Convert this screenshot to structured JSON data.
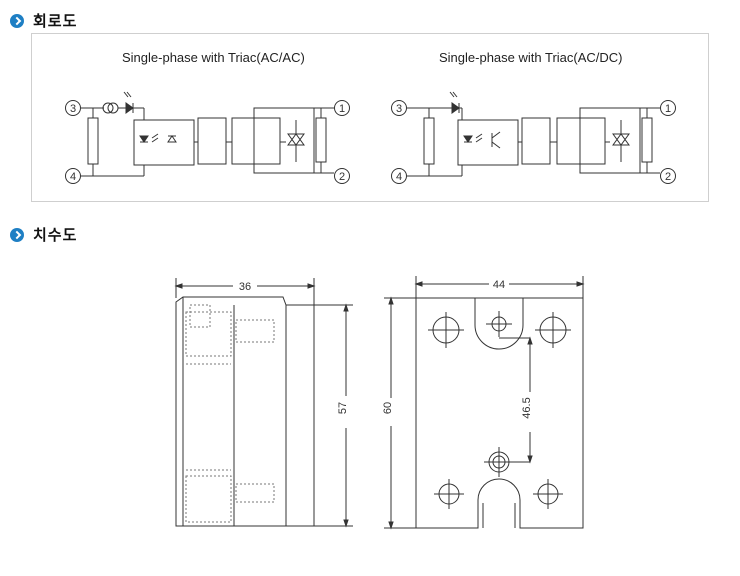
{
  "sections": {
    "circuit": {
      "title": "회로도"
    },
    "dimension": {
      "title": "치수도"
    }
  },
  "circuits": [
    {
      "title": "Single-phase with Triac(AC/AC)",
      "terminals": [
        "3",
        "4",
        "1",
        "2"
      ]
    },
    {
      "title": "Single-phase with Triac(AC/DC)",
      "terminals": [
        "3",
        "4",
        "1",
        "2"
      ]
    }
  ],
  "dimensions": {
    "side_view": {
      "width": "36",
      "height": "57"
    },
    "front_view": {
      "width": "44",
      "height": "60",
      "hole_spacing": "46.5"
    }
  },
  "colors": {
    "bullet": "#1e7fc4",
    "line": "#333333",
    "frame": "#cfcfcf"
  },
  "icons": {
    "bullet": "chevron-circle-icon"
  }
}
